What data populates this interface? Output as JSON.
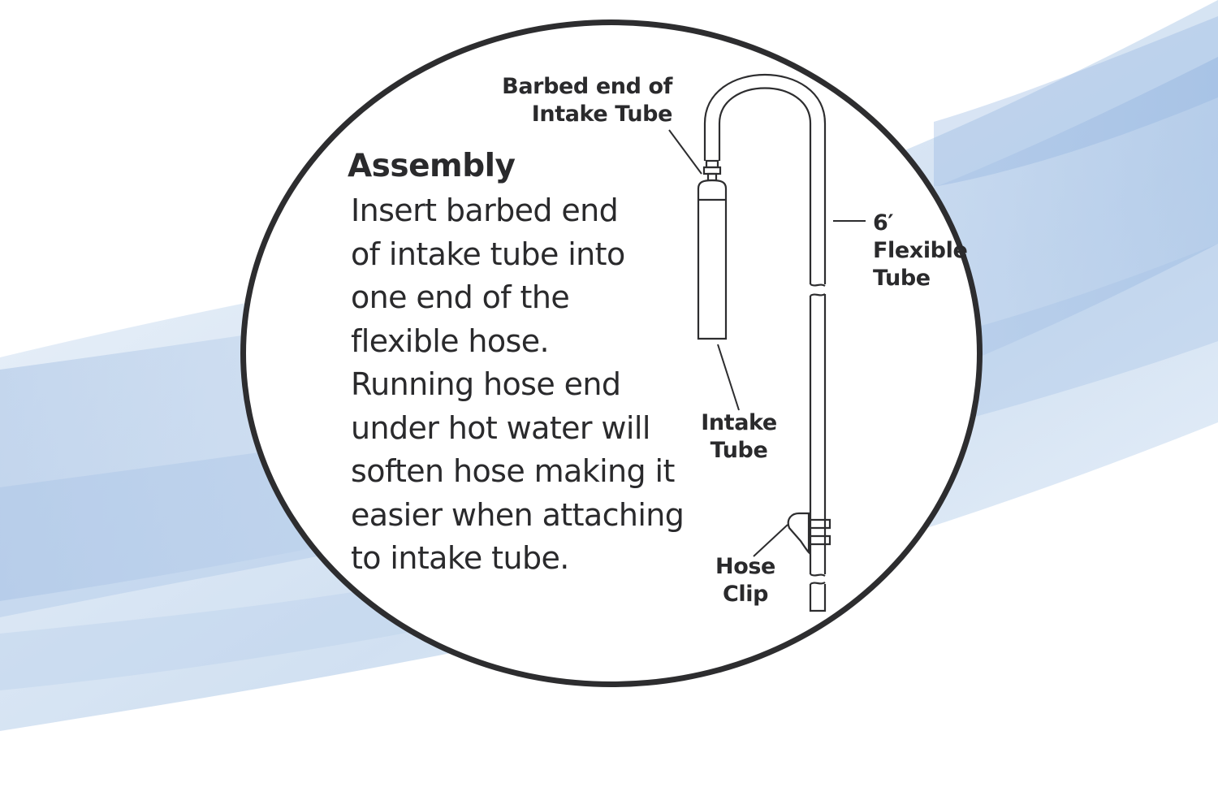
{
  "assembly": {
    "heading": "Assembly",
    "lines": [
      "Insert barbed end",
      "of intake tube into",
      "one end of the",
      "flexible hose.",
      "Running hose end",
      "under hot water will",
      "soften hose making it",
      "easier when attaching",
      "to intake tube."
    ]
  },
  "callouts": {
    "barbed_end": [
      "Barbed end of",
      "Intake Tube"
    ],
    "flexible_tube": [
      "6′",
      "Flexible",
      "Tube"
    ],
    "intake_tube": [
      "Intake",
      "Tube"
    ],
    "hose_clip": [
      "Hose",
      "Clip"
    ]
  },
  "colors": {
    "outline": "#2d2d2f",
    "text": "#2a2a2c",
    "water_light": "#e6f0fa",
    "water_mid": "#c4d8ee",
    "water_deep": "#9fbde2"
  }
}
